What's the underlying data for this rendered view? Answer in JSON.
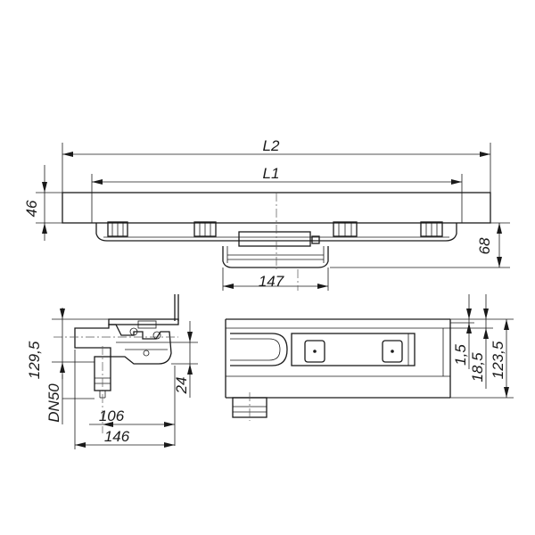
{
  "dimensions": {
    "L2": "L2",
    "L1": "L1",
    "h46": "46",
    "h68": "68",
    "w147": "147",
    "h129_5": "129,5",
    "dn50": "DN50",
    "w106": "106",
    "w146": "146",
    "h24": "24",
    "h1_5": "1,5",
    "h18_5": "18,5",
    "h123_5": "123,5"
  },
  "colors": {
    "line": "#1a1a1a",
    "background": "#ffffff"
  }
}
